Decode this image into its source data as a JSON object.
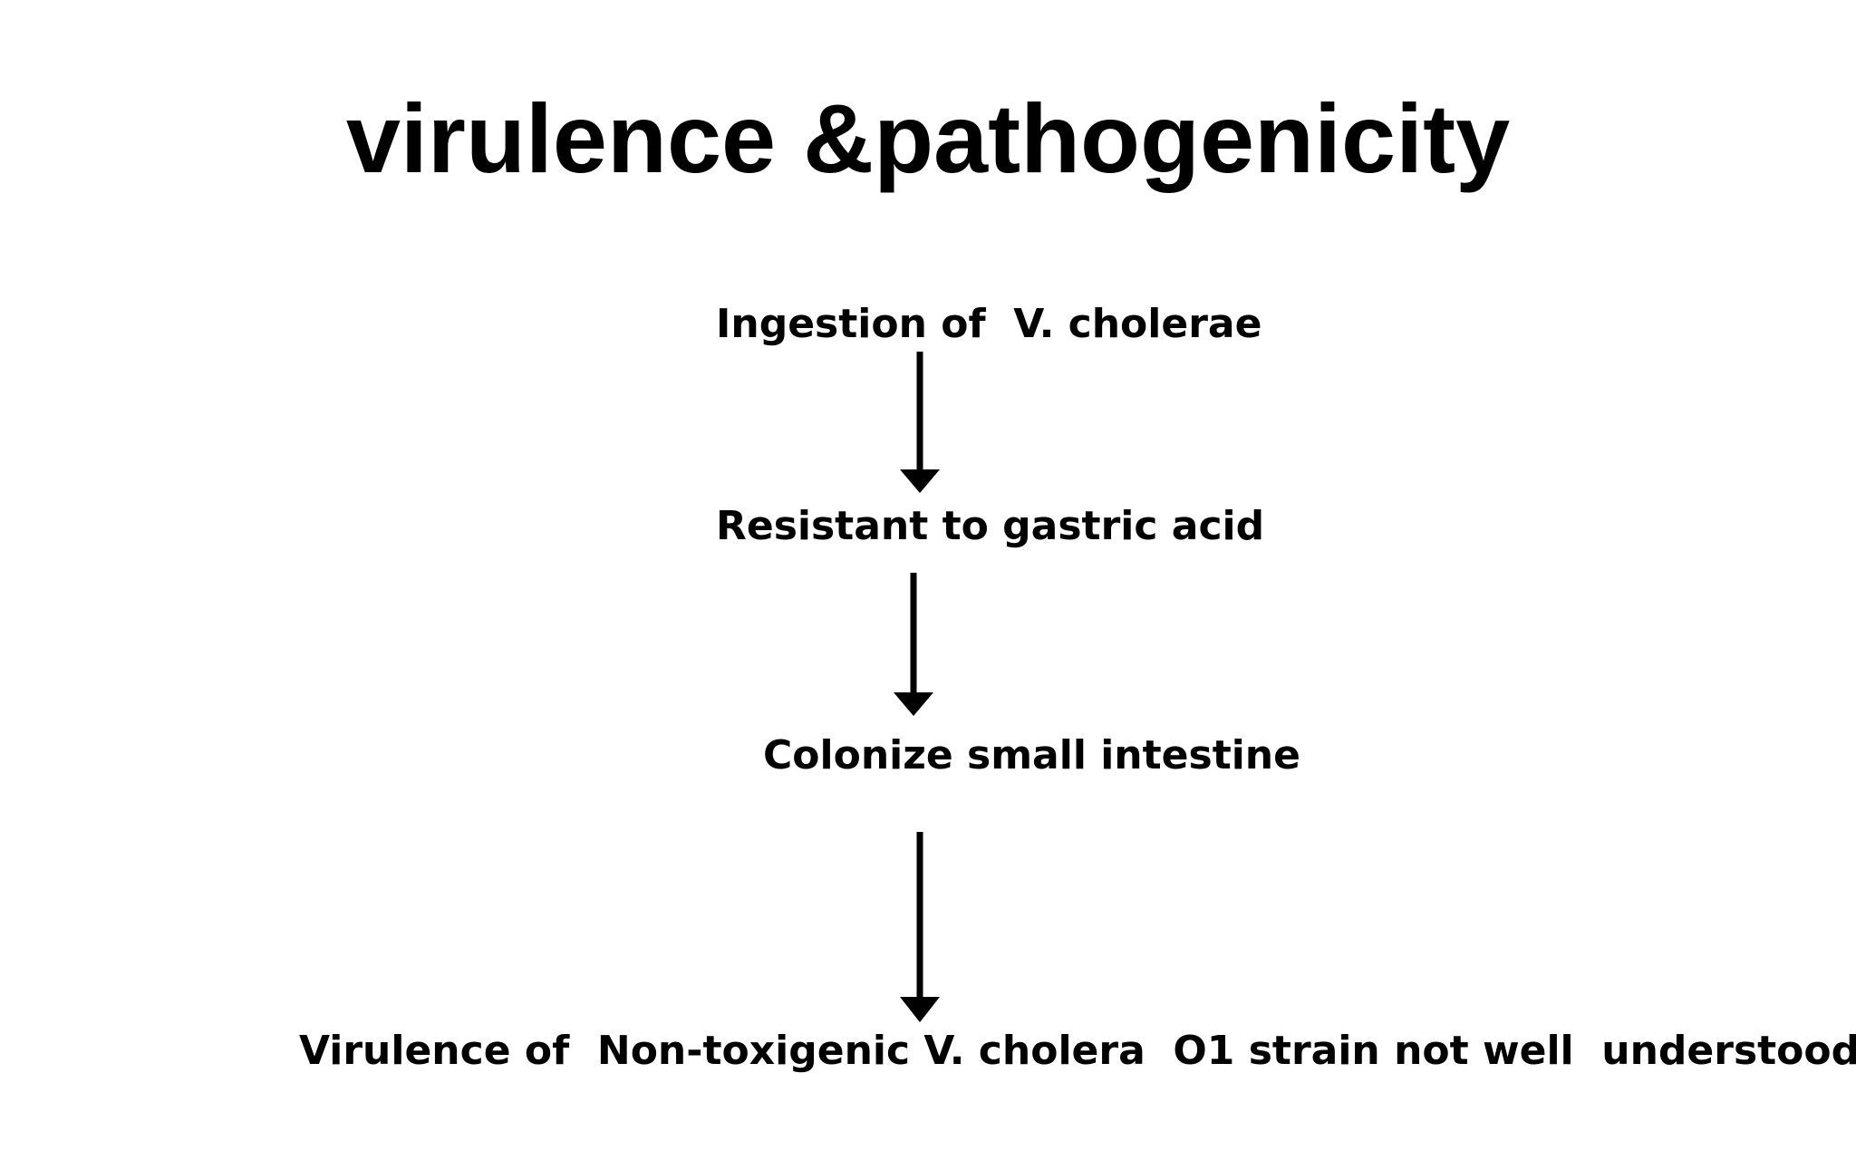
{
  "slide": {
    "title": "virulence &pathogenicity"
  },
  "flow": {
    "steps": [
      {
        "label": "Ingestion of  V. cholerae"
      },
      {
        "label": "Resistant to gastric acid"
      },
      {
        "label": "Colonize small intestine"
      },
      {
        "label": "Virulence of  Non-toxigenic V. cholera  O1 strain not well  understood"
      }
    ]
  },
  "colors": {
    "background": "#ffffff",
    "text": "#000000",
    "arrow": "#000000"
  }
}
